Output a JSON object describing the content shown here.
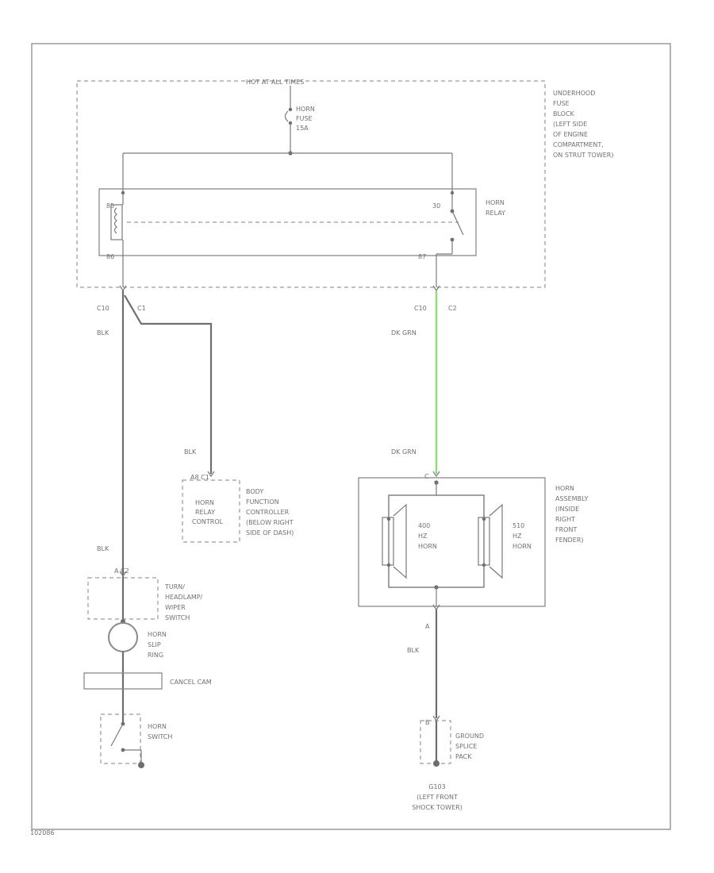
{
  "diagram": {
    "hot_label": "HOT AT ALL TIMES",
    "fuse_label": [
      "HORN",
      "FUSE",
      "15A"
    ],
    "fuse_block_label": [
      "UNDERHOOD",
      "FUSE",
      "BLOCK",
      "(LEFT SIDE",
      "OF ENGINE",
      "COMPARTMENT,",
      "ON STRUT TOWER)"
    ],
    "relay_label": [
      "HORN",
      "RELAY"
    ],
    "relay_pin_tl": "85",
    "relay_pin_tr": "30",
    "relay_pin_bl": "86",
    "relay_pin_br": "87",
    "conn_left": [
      "C10",
      "C1"
    ],
    "conn_right": [
      "C10",
      "C2"
    ],
    "wire_blk": "BLK",
    "wire_dkgrn": "DK GRN",
    "bfc_conn": "A8 C1",
    "bfc_box_label": [
      "HORN",
      "RELAY",
      "CONTROL"
    ],
    "bfc_label": [
      "BODY",
      "FUNCTION",
      "CONTROLLER",
      "(BELOW RIGHT",
      "SIDE OF DASH)"
    ],
    "turn_conn": "A C2",
    "turn_label": [
      "TURN/",
      "HEADLAMP/",
      "WIPER",
      "SWITCH"
    ],
    "slip_label": [
      "HORN",
      "SLIP",
      "RING"
    ],
    "cancel_label": "CANCEL CAM",
    "horn_switch_label": [
      "HORN",
      "SWITCH"
    ],
    "horn_asm_conn": "C",
    "horn_asm_label": [
      "HORN",
      "ASSEMBLY",
      "(INSIDE",
      "RIGHT",
      "FRONT",
      "FENDER)"
    ],
    "horn_left_label": [
      "400",
      "HZ",
      "HORN"
    ],
    "horn_right_label": [
      "510",
      "HZ",
      "HORN"
    ],
    "horn_asm_pin": "A",
    "ground_conn": "B",
    "ground_splice_label": [
      "GROUND",
      "SPLICE",
      "PACK"
    ],
    "ground_label": [
      "G103",
      "(LEFT FRONT",
      "SHOCK TOWER)"
    ],
    "fig_id": "102086",
    "colors": {
      "dk_grn": "#88e070",
      "wire": "#6e6e6e"
    }
  }
}
